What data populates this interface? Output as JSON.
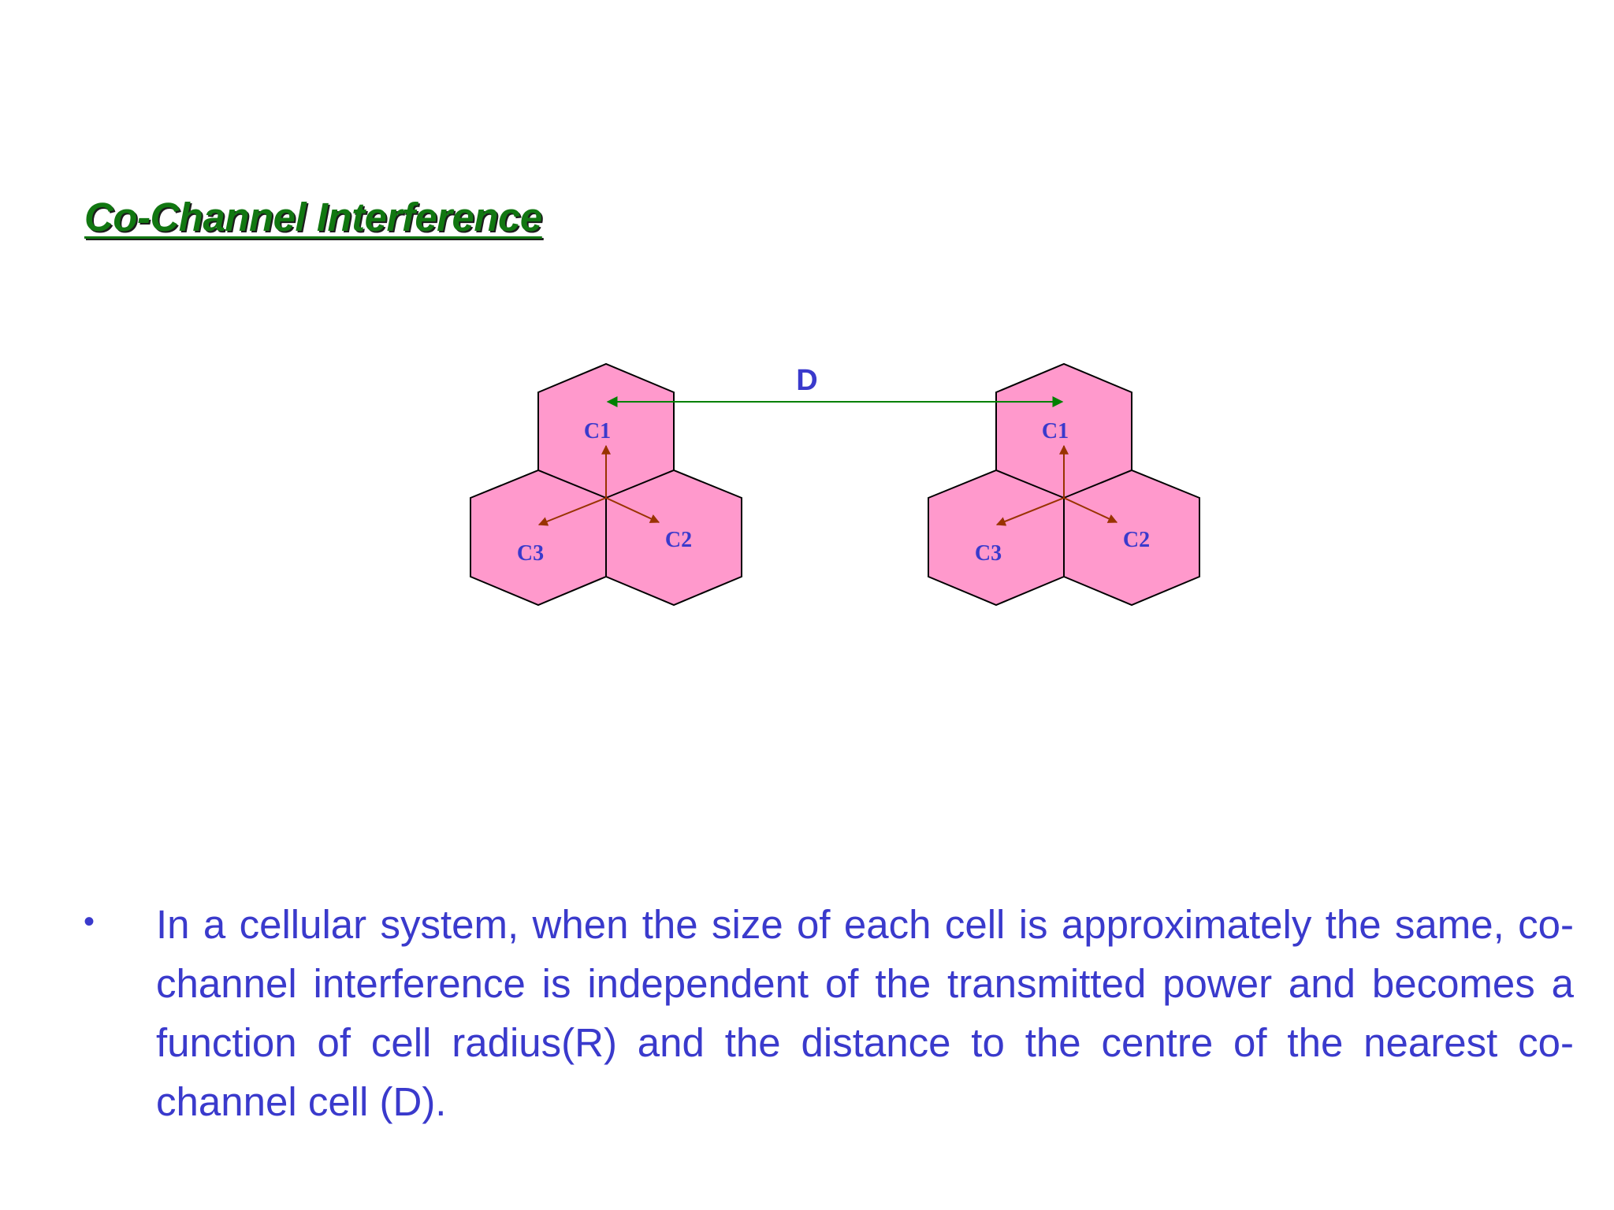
{
  "slide": {
    "title": "Co-Channel Interference",
    "bullet": "In a cellular system, when the size of each cell is approximately the same, co-channel interference is independent of the transmitted power and becomes a function of cell radius(R) and the distance to the centre of the nearest co-channel cell (D)."
  },
  "diagram": {
    "distance_label": "D",
    "clusters": [
      {
        "cells": [
          {
            "label": "C1"
          },
          {
            "label": "C2"
          },
          {
            "label": "C3"
          }
        ]
      },
      {
        "cells": [
          {
            "label": "C1"
          },
          {
            "label": "C2"
          },
          {
            "label": "C3"
          }
        ]
      }
    ],
    "colors": {
      "cell_fill": "#ff99cc",
      "cell_stroke": "#000000",
      "sector_arrow": "#993300",
      "distance_arrow": "#008000",
      "label_text": "#3a3acc",
      "title_text": "#117711"
    }
  }
}
